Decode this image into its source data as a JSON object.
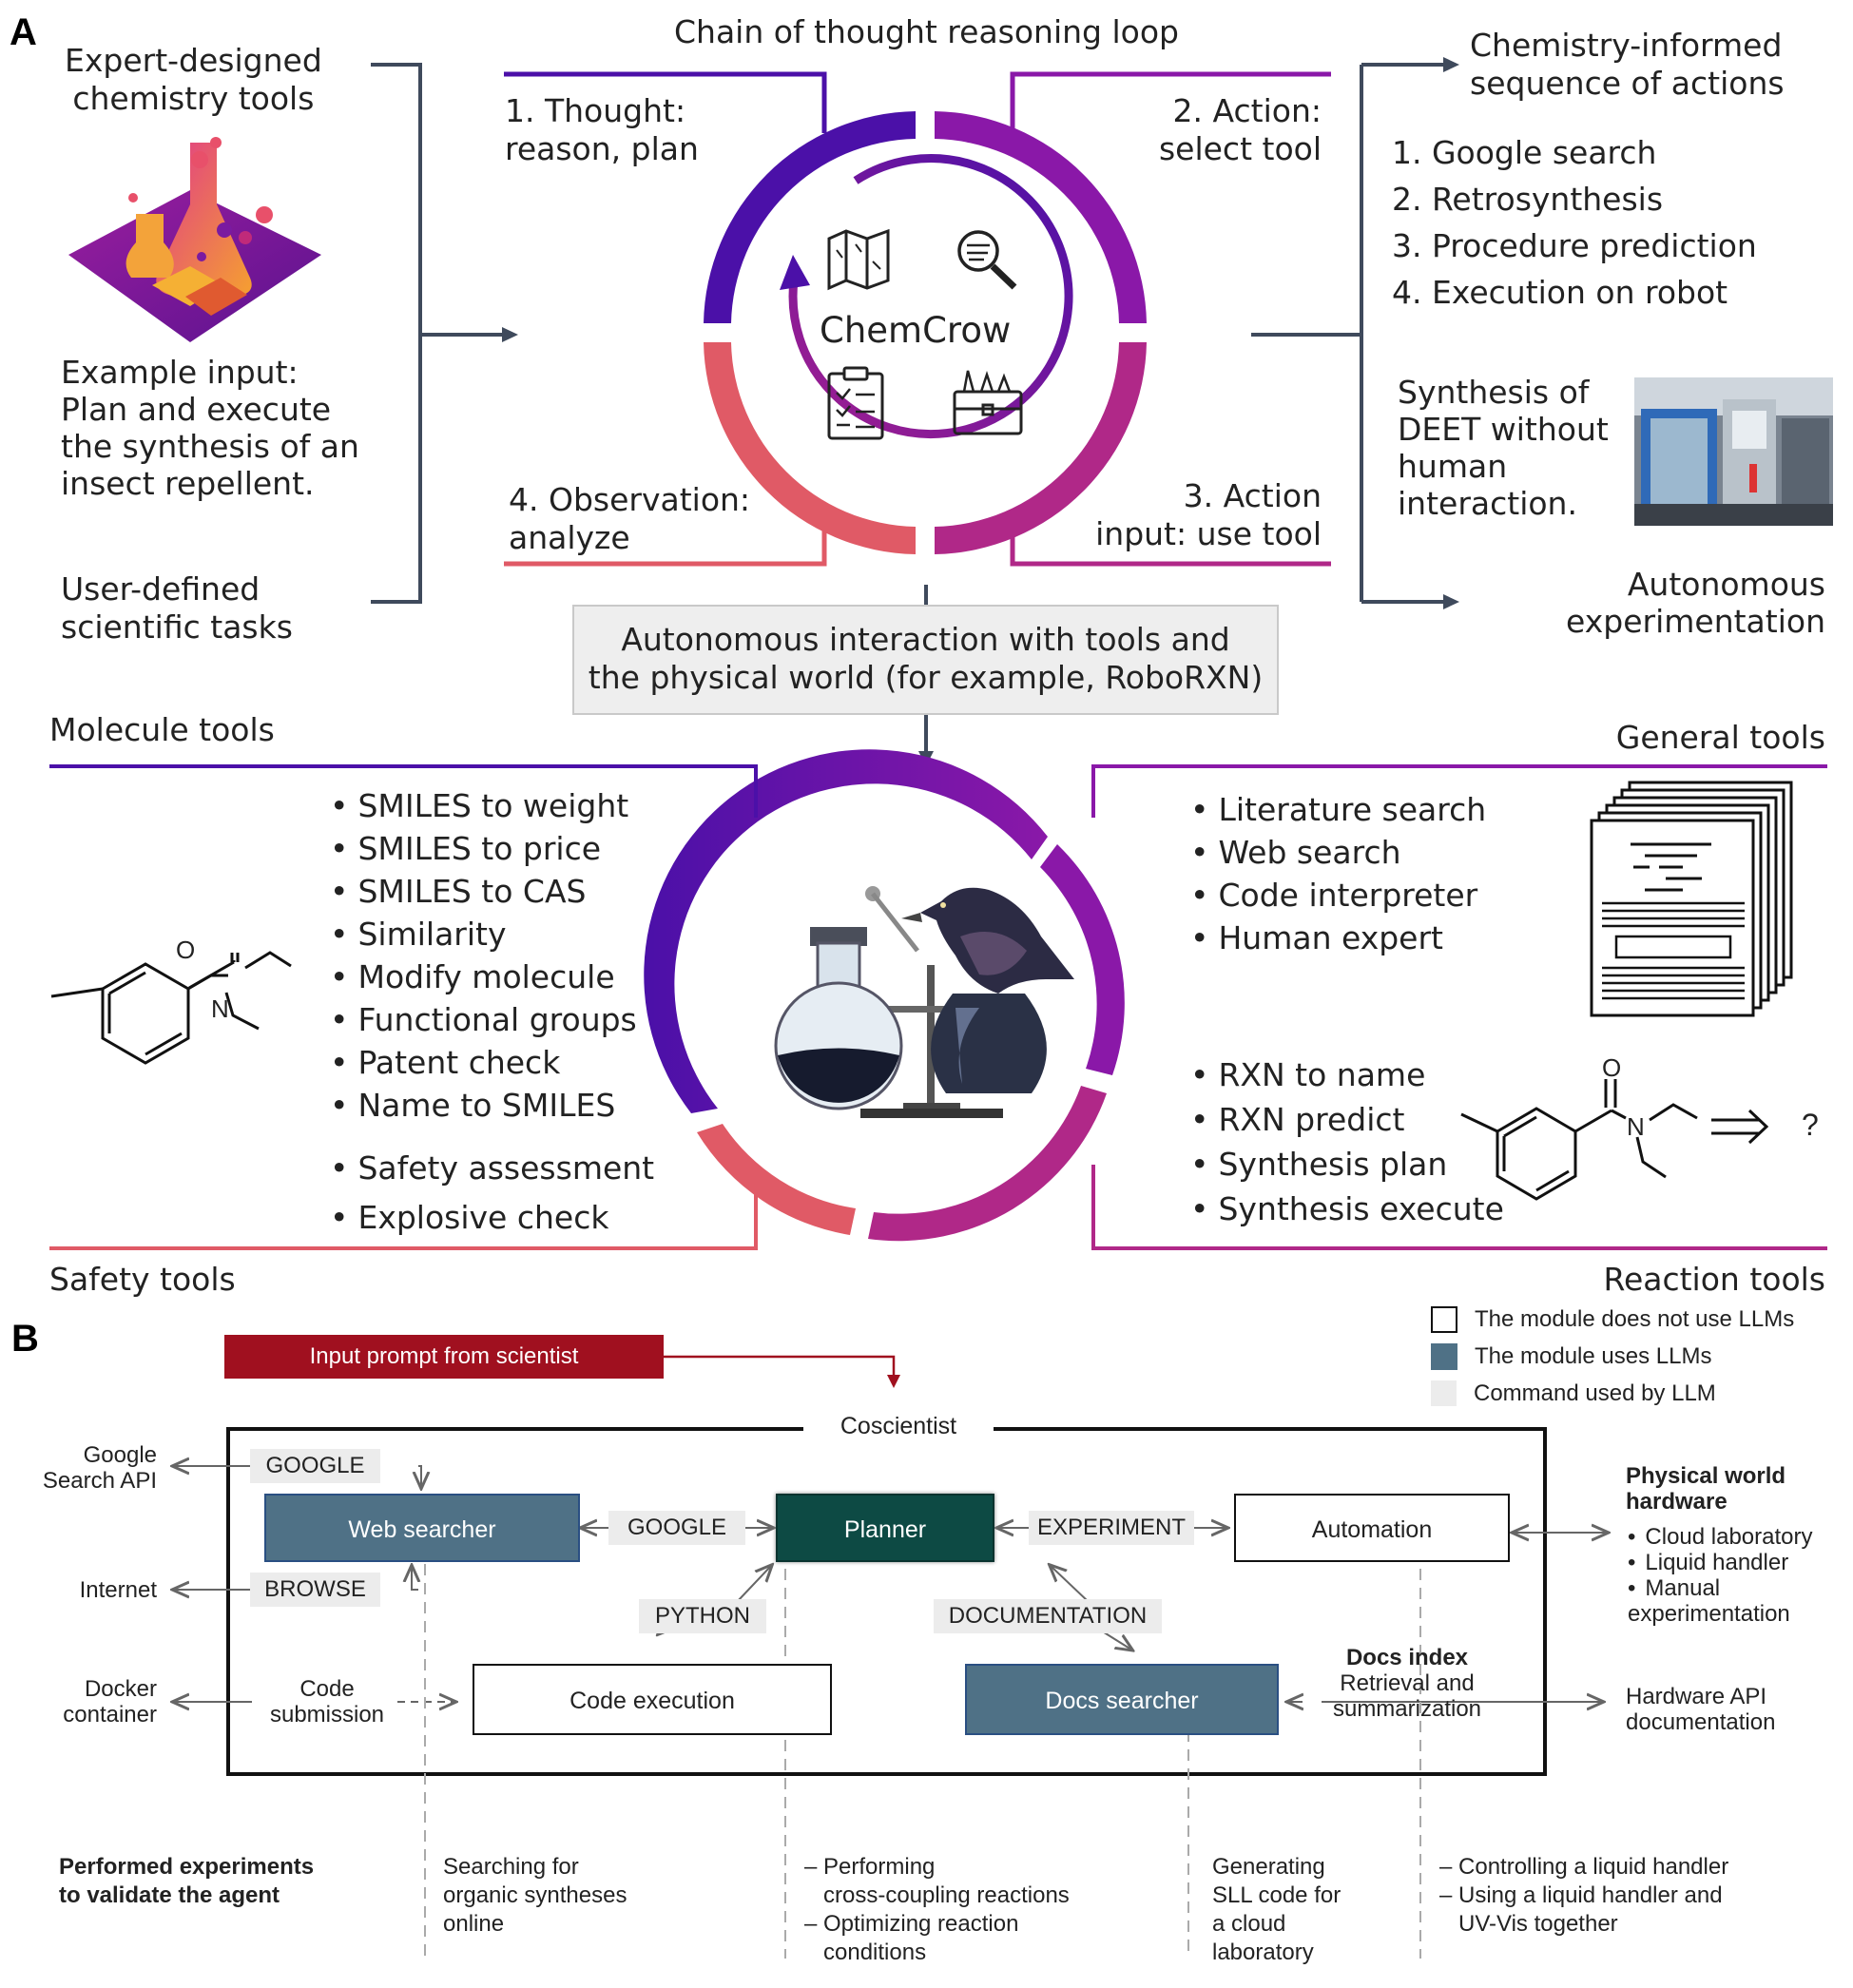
{
  "panelA": {
    "letter": "A",
    "loop_title": "Chain of thought reasoning loop",
    "expert_tools": "Expert-designed\nchemistry tools",
    "example_input": "Example input:\nPlan and execute\nthe synthesis of an\ninsect repellent.",
    "user_tasks": "User-defined\nscientific tasks",
    "step1": "1. Thought:\nreason, plan",
    "step2": "2. Action:\nselect tool",
    "step3": "3. Action\ninput: use tool",
    "step4": "4. Observation:\nanalyze",
    "center_label": "ChemCrow",
    "chem_seq_title": "Chemistry-informed\nsequence of actions",
    "actions": [
      "1. Google search",
      "2. Retrosynthesis",
      "3. Procedure prediction",
      "4. Execution on robot"
    ],
    "deet_text": "Synthesis of\nDEET without\nhuman\ninteraction.",
    "autonomous_exp": "Autonomous\nexperimentation",
    "center_box": "Autonomous interaction with tools and\nthe physical world (for example, RoboRXN)",
    "molecule_tools_title": "Molecule tools",
    "molecule_tools": [
      "SMILES to weight",
      "SMILES to price",
      "SMILES to CAS",
      "Similarity",
      "Modify molecule",
      "Functional groups",
      "Patent check",
      "Name to SMILES"
    ],
    "safety_tools_items": [
      "Safety assessment",
      "Explosive check"
    ],
    "safety_tools_title": "Safety tools",
    "general_tools_title": "General tools",
    "general_tools": [
      "Literature search",
      "Web search",
      "Code interpreter",
      "Human expert"
    ],
    "reaction_tools_items": [
      "RXN to name",
      "RXN predict",
      "Synthesis plan",
      "Synthesis execute"
    ],
    "reaction_tools_title": "Reaction tools",
    "atom_O": "O",
    "atom_N": "N",
    "question_mark": "?"
  },
  "panelB": {
    "letter": "B",
    "legend": [
      "The module does not use LLMs",
      "The module uses LLMs",
      "Command used by LLM"
    ],
    "input_prompt": "Input prompt from scientist",
    "coscientist": "Coscientist",
    "google_search_api": "Google\nSearch API",
    "internet": "Internet",
    "docker": "Docker\ncontainer",
    "code_submission": "Code\nsubmission",
    "cmd_google_top": "GOOGLE",
    "cmd_browse": "BROWSE",
    "cmd_google_mid": "GOOGLE",
    "cmd_experiment": "EXPERIMENT",
    "cmd_python": "PYTHON",
    "cmd_documentation": "DOCUMENTATION",
    "web_searcher": "Web searcher",
    "planner": "Planner",
    "automation": "Automation",
    "code_execution": "Code execution",
    "docs_searcher": "Docs searcher",
    "docs_index_title": "Docs index",
    "docs_index_sub": "Retrieval and\nsummarization",
    "physical_title": "Physical world\nhardware",
    "physical_items": [
      "Cloud laboratory",
      "Liquid handler",
      "Manual\nexperimentation"
    ],
    "hardware_api": "Hardware API\ndocumentation",
    "experiments_title": "Performed experiments\nto validate the agent",
    "exp_col1": "Searching for\norganic syntheses\nonline",
    "exp_col2": [
      "– Performing\n   cross-coupling reactions",
      "– Optimizing reaction\n   conditions"
    ],
    "exp_col3": "Generating\nSLL code for\na cloud\nlaboratory",
    "exp_col4": [
      "– Controlling a liquid handler",
      "– Using a liquid handler and\n   UV-Vis together"
    ]
  },
  "colors": {
    "purple_dark": "#4b10a8",
    "purple_mid": "#8a18a8",
    "magenta": "#b02888",
    "coral": "#e05a66",
    "slate_line": "#3f4a5c",
    "llm_module": "#4f7186",
    "planner": "#0d4a44",
    "prompt_red": "#a0101f",
    "command_bg": "#ececec"
  }
}
